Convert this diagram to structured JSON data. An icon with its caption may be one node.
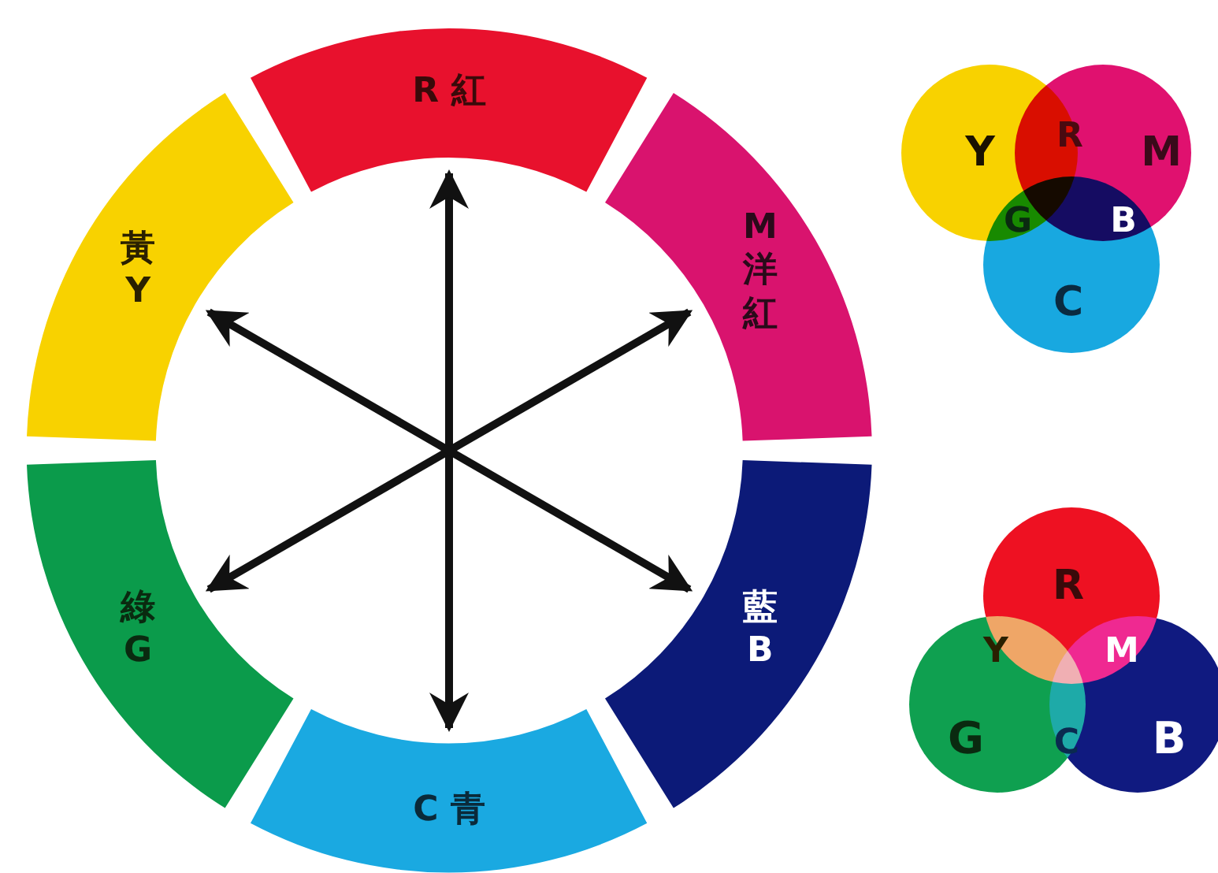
{
  "diagram": {
    "nodes": [
      {
        "text": [
          "R 紅"
        ]
      },
      {
        "text": [
          "M 洋紅"
        ]
      },
      {
        "text": [
          "藍 B"
        ]
      },
      {
        "text": [
          "C 青"
        ]
      },
      {
        "text": [
          "綠 G"
        ]
      },
      {
        "text": [
          "黃 Y"
        ]
      }
    ],
    "edges": [
      {
        "from": 0,
        "to": 3,
        "arrow": "both"
      },
      {
        "from": 1,
        "to": 4,
        "arrow": "both"
      },
      {
        "from": 5,
        "to": 2,
        "arrow": "both"
      }
    ],
    "labels": [
      "Y",
      "R",
      "M",
      "G",
      "B",
      "C",
      "R",
      "Y",
      "M",
      "G",
      "C",
      "B"
    ]
  }
}
